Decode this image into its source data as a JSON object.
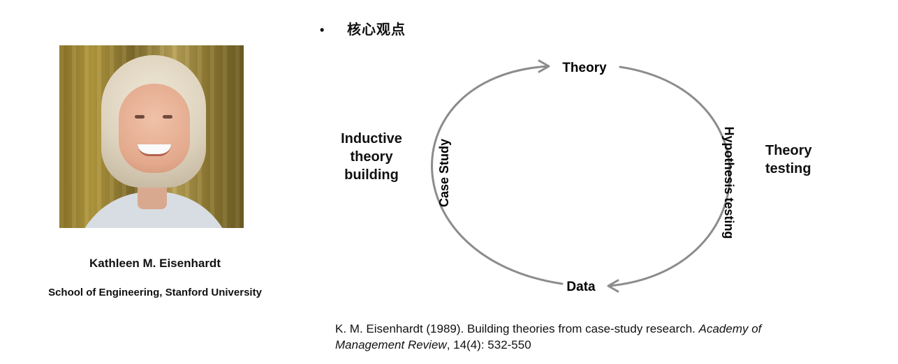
{
  "person": {
    "name": "Kathleen M. Eisenhardt",
    "affiliation": "School of Engineering, Stanford University"
  },
  "section": {
    "bullet": "•",
    "heading": "核心观点"
  },
  "diagram": {
    "top_node": "Theory",
    "bottom_node": "Data",
    "left_arc_label": "Case Study",
    "right_arc_label": "Hypothesis testing",
    "left_mode": [
      "Inductive",
      "theory",
      "building"
    ],
    "right_mode": [
      "Theory",
      "testing"
    ],
    "arc_color": "#8c8c8c"
  },
  "citation": {
    "prefix": "K. M. Eisenhardt (1989). Building theories from case-study research. ",
    "journal_part1": "Academy of",
    "journal_part2": "Management Review",
    "suffix": ", 14(4): 532-550"
  }
}
